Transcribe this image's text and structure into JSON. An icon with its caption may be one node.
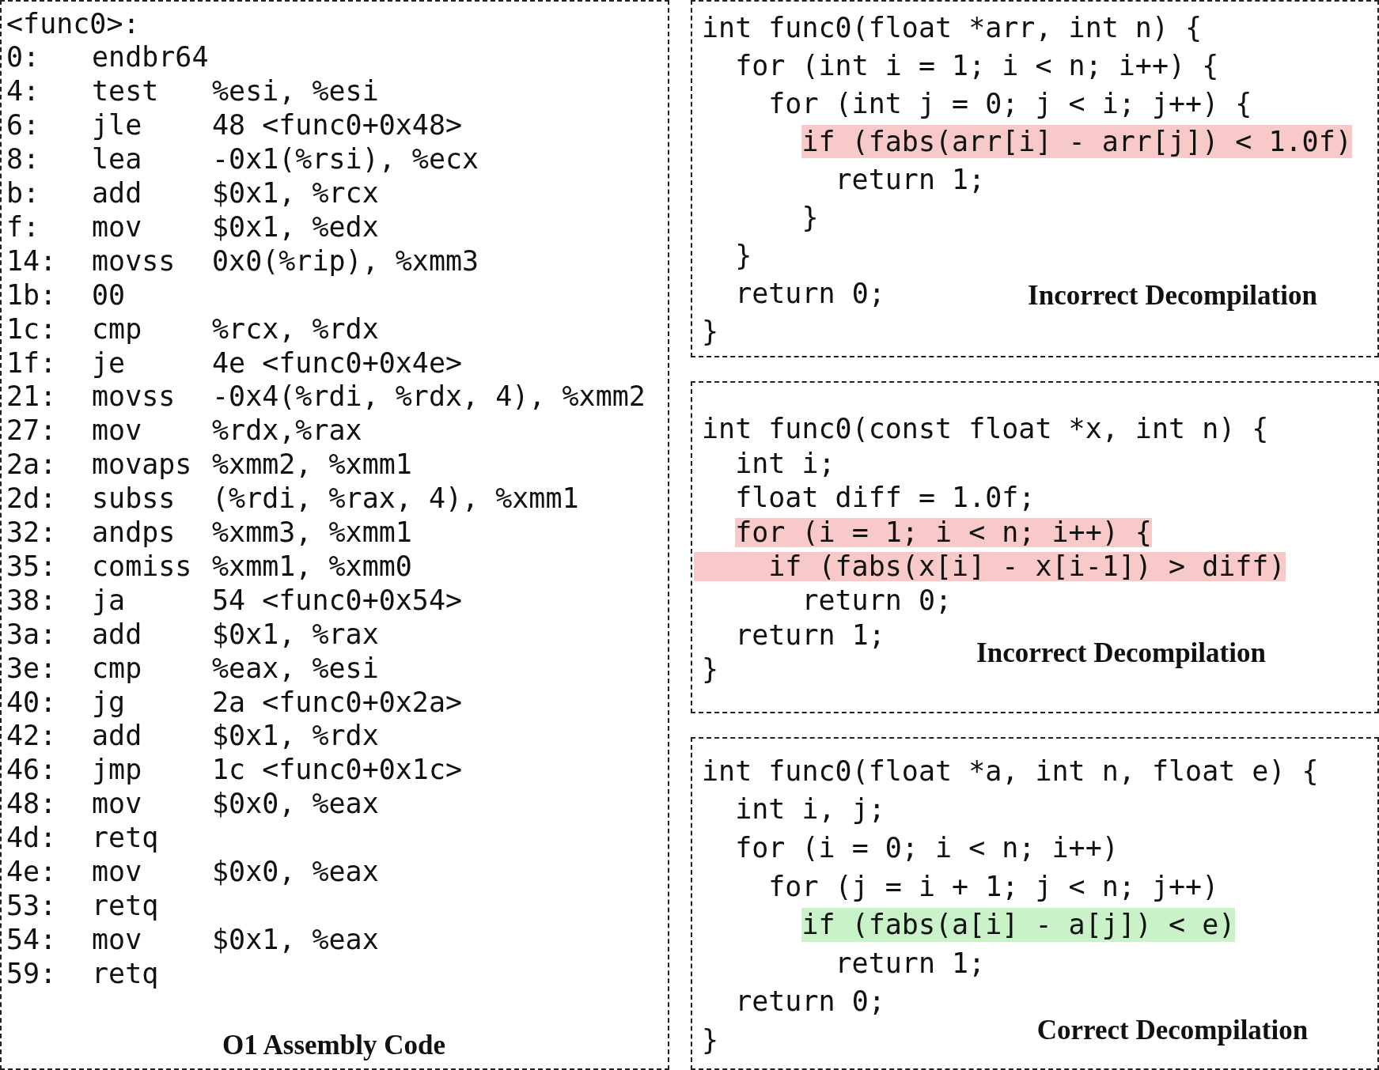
{
  "diagram": {
    "nodes": [
      {
        "text": [
          "<func0>:",
          "0: endbr64",
          "4: test %esi, %esi",
          "6: jle 48 <func0+0x48>",
          "8: lea -0x1(%rsi), %ecx",
          "b: add $0x1, %rcx",
          "f: mov $0x1, %edx",
          "14: movss 0x0(%rip), %xmm3",
          "1b: 00",
          "1c: cmp %rcx, %rdx",
          "1f: je 4e <func0+0x4e>",
          "21: movss -0x4(%rdi, %rdx, 4), %xmm2",
          "27: mov %rdx,%rax",
          "2a: movaps %xmm2, %xmm1",
          "2d: subss (%rdi, %rax, 4), %xmm1",
          "32: andps %xmm3, %xmm1",
          "35: comiss %xmm1, %xmm0",
          "38: ja 54 <func0+0x54>",
          "3a: add $0x1, %rax",
          "3e: cmp %eax, %esi",
          "40: jg 2a <func0+0x2a>",
          "42: add $0x1, %rdx",
          "46: jmp 1c <func0+0x1c>",
          "48: mov $0x0, %eax",
          "4d: retq",
          "4e: mov $0x0, %eax",
          "53: retq",
          "54: mov $0x1, %eax",
          "59: retq",
          "O1 Assembly Code"
        ]
      },
      {
        "text": [
          "int func0(float *arr, int n) {",
          "for (int i = 1; i < n; i++) {",
          "for (int j = 0; j < i; j++) {",
          "if (fabs(arr[i] - arr[j]) < 1.0f)",
          "return 1;",
          "}",
          "}",
          "return 0;",
          "}",
          "Incorrect Decompilation"
        ]
      },
      {
        "text": [
          "int func0(const float *x, int n) {",
          "int i;",
          "float diff = 1.0f;",
          "for (i = 1; i < n; i++) {",
          "if (fabs(x[i] - x[i-1]) > diff)",
          "return 0;",
          "return 1;",
          "}",
          "Incorrect Decompilation"
        ]
      },
      {
        "text": [
          "int func0(float *a, int n, float e) {",
          "int i, j;",
          "for (i = 0; i < n; i++)",
          "for (j = i + 1; j < n; j++)",
          "if (fabs(a[i] - a[j]) < e)",
          "return 1;",
          "return 0;",
          "}",
          "Correct Decompilation"
        ]
      }
    ]
  }
}
